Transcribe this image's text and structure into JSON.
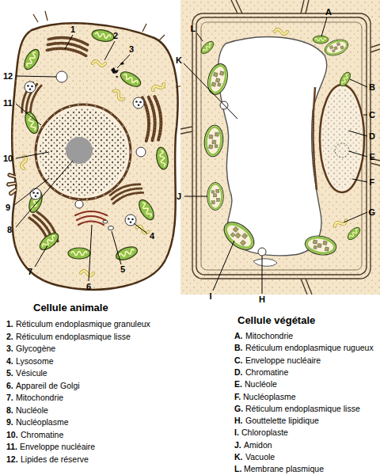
{
  "diagram": {
    "labels": [
      "1",
      "2",
      "3",
      "4",
      "5",
      "6",
      "7",
      "8",
      "9",
      "10",
      "11",
      "12",
      "A",
      "B",
      "C",
      "D",
      "E",
      "F",
      "G",
      "H",
      "I",
      "J",
      "K",
      "L",
      "Cellule animale",
      "1.",
      "Réticulum endoplasmique granuleux",
      "2.",
      "Réticulum endoplasmique lisse",
      "3.",
      "Glycogène",
      "4.",
      "Lysosome",
      "5.",
      "Vésicule",
      "6.",
      "Appareil de Golgi",
      "7.",
      "Mitochondrie",
      "8.",
      "Nucléole",
      "9.",
      "Nucléoplasme",
      "10.",
      "Chromatine",
      "11.",
      "Enveloppe nucléaire",
      "12.",
      "Lipides de réserve",
      "Cellule végétale",
      "A.",
      "Mitochondrie",
      "B.",
      "Réticulum endoplasmique rugueux",
      "C.",
      "Enveloppe nucléaire",
      "D.",
      "Chromatine",
      "E.",
      "Nucléole",
      "F.",
      "Nucléoplasme",
      "G.",
      "Réticulum endoplasmique lisse",
      "H.",
      "Gouttelette lipidique",
      "I.",
      "Chloroplaste",
      "J.",
      "Amidon",
      "K.",
      "Vacuole",
      "L.",
      "Membrane plasmique"
    ]
  }
}
